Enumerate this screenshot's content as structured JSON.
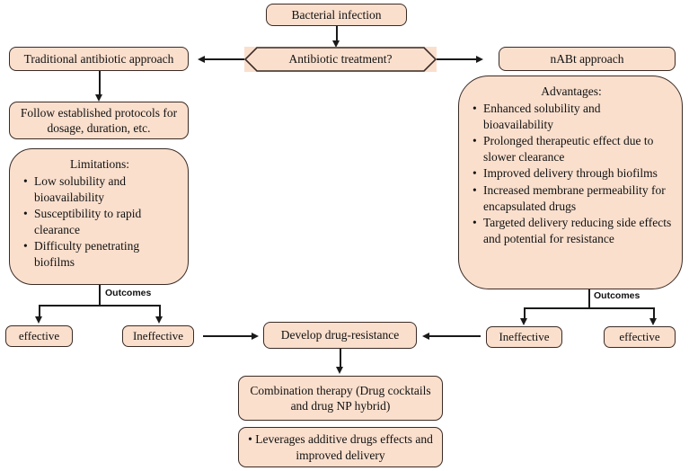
{
  "diagram": {
    "title": "Antibiotic treatment decision flowchart",
    "type": "flowchart",
    "theme": {
      "node_fill": "#fadfcd",
      "node_border": "#3a2b25",
      "edge_color": "#1a1a1a",
      "background": "#ffffff",
      "text_color": "#111111"
    }
  },
  "nodes": {
    "bacterial_infection": {
      "label": "Bacterial infection"
    },
    "antibiotic_treatment": {
      "label": "Antibiotic treatment?"
    },
    "traditional_approach": {
      "label": "Traditional antibiotic approach"
    },
    "nabt_approach": {
      "label": "nABt approach"
    },
    "follow_protocols": {
      "line1": "Follow established protocols for",
      "line2": "dosage, duration, etc."
    },
    "limitations": {
      "heading": "Limitations:",
      "items": [
        "Low solubility and bioavailability",
        "Susceptibility to rapid clearance",
        "Difficulty penetrating biofilms"
      ]
    },
    "advantages": {
      "heading": "Advantages:",
      "items": [
        "Enhanced solubility and bioavailability",
        "Prolonged therapeutic effect due to slower clearance",
        "Improved delivery through biofilms",
        "Increased membrane permeability for encapsulated drugs",
        "Targeted delivery reducing side effects and potential for resistance"
      ]
    },
    "left_effective": {
      "label": "effective"
    },
    "left_ineffective": {
      "label": "Ineffective"
    },
    "right_ineffective": {
      "label": "Ineffective"
    },
    "right_effective": {
      "label": "effective"
    },
    "develop_resistance": {
      "label": "Develop drug-resistance"
    },
    "combination_therapy": {
      "line1": "Combination therapy",
      "line2": "(Drug cocktails and drug NP hybrid)"
    },
    "combination_benefit": {
      "line1": "Leverages additive drugs effects and",
      "line2": "improved delivery"
    }
  },
  "edge_labels": {
    "outcomes_left": "Outcomes",
    "outcomes_right": "Outcomes"
  }
}
